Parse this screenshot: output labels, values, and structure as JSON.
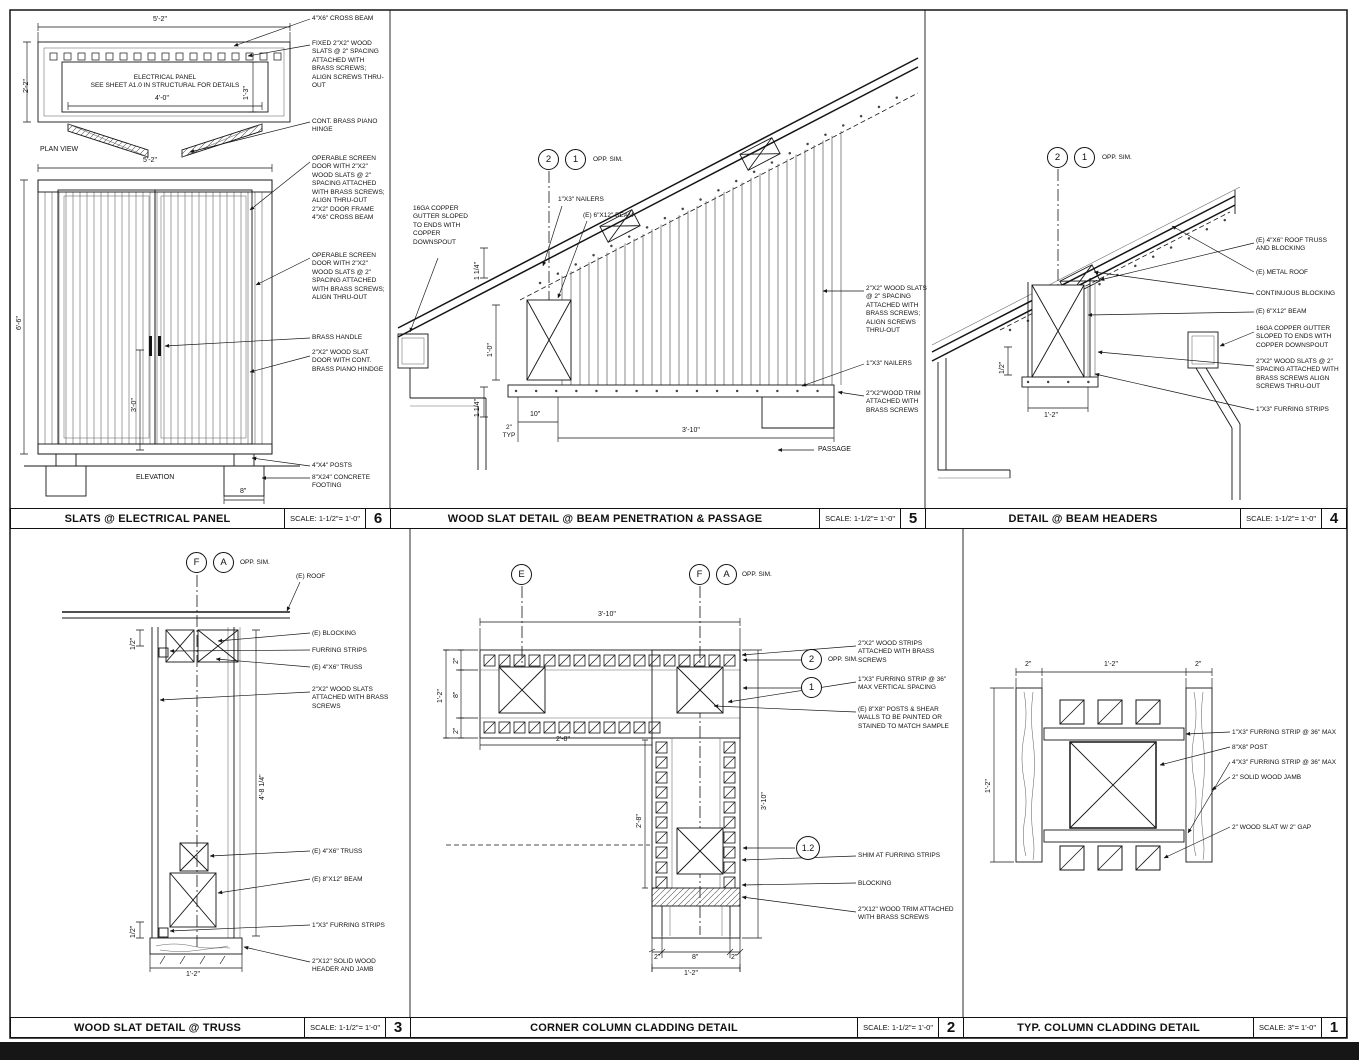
{
  "sheet": {
    "bottom_bar_color": "#161616",
    "line_color": "#111111"
  },
  "panels": {
    "p6": {
      "number": "6",
      "title": "SLATS @ ELECTRICAL PANEL",
      "scale": "SCALE: 1-1/2\"= 1'-0\"",
      "plan_view_label": "PLAN VIEW",
      "elevation_label": "ELEVATION",
      "electrical_panel_note": "ELECTRICAL PANEL\nSEE SHEET A1.0 IN STRUCTURAL FOR DETAILS",
      "dims": {
        "plan_width": "5'-2\"",
        "plan_depth": "2'-2\"",
        "panel_width": "4'-0\"",
        "plan_right": "1'-3\"",
        "elev_width": "5'-2\"",
        "elev_height": "6'-6\"",
        "door_height": "3'-0\"",
        "footing_width": "8\""
      },
      "annotations": [
        "4\"X6\" CROSS BEAM",
        "FIXED 2\"X2\" WOOD SLATS @ 2\" SPACING ATTACHED WITH BRASS SCREWS; ALIGN SCREWS THRU-OUT",
        "CONT. BRASS PIANO HINGE",
        "OPERABLE SCREEN DOOR WITH 2\"X2\" WOOD SLATS @ 2\" SPACING ATTACHED WITH BRASS SCREWS; ALIGN THRU-OUT\n2\"X2\" DOOR FRAME\n4\"X6\" CROSS BEAM",
        "OPERABLE SCREEN DOOR WITH 2\"X2\" WOOD SLATS @ 2\" SPACING ATTACHED WITH BRASS SCREWS; ALIGN THRU-OUT",
        "BRASS HANDLE",
        "2\"X2\" WOOD SLAT DOOR WITH CONT. BRASS PIANO HINDGE",
        "4\"X4\" POSTS",
        "8\"X24\" CONCRETE FOOTING"
      ]
    },
    "p5": {
      "number": "5",
      "title": "WOOD SLAT DETAIL @ BEAM PENETRATION & PASSAGE",
      "scale": "SCALE: 1-1/2\"= 1'-0\"",
      "markers": [
        "2",
        "1"
      ],
      "opp_sim": "OPP. SIM.",
      "passage_label": "PASSAGE",
      "left_annotations": [
        "16GA COPPER GUTTER SLOPED TO ENDS WITH COPPER DOWNSPOUT",
        "1\"X3\" NAILERS",
        "(E) 6\"X12\" BEAM"
      ],
      "right_annotations": [
        "2\"X2\" WOOD SLATS @ 2\" SPACING ATTACHED WITH BRASS SCREWS; ALIGN SCREWS THRU-OUT",
        "1\"X3\" NAILERS",
        "2\"X2\"WOOD TRIM ATTACHED WITH BRASS SCREWS"
      ],
      "dims": {
        "top_small": "1 1/4\"",
        "beam_height": "1'-0\"",
        "bottom_small": "1 1/4\"",
        "ten": "10\"",
        "two_typ": "2\"\nTYP",
        "width": "3'-10\""
      }
    },
    "p4": {
      "number": "4",
      "title": "DETAIL @ BEAM HEADERS",
      "scale": "SCALE: 1-1/2\"= 1'-0\"",
      "markers": [
        "2",
        "1"
      ],
      "opp_sim": "OPP. SIM.",
      "annotations": [
        "(E) 4\"X6\" ROOF TRUSS AND BLOCKING",
        "(E) METAL ROOF",
        "CONTINUOUS BLOCKING",
        "(E) 6\"X12\" BEAM",
        "16GA COPPER GUTTER SLOPED TO ENDS WITH COPPER DOWNSPOUT",
        "2\"X2\" WOOD SLATS @ 2\" SPACING ATTACHED WITH BRASS SCREWS ALIGN SCREWS THRU-OUT",
        "1\"X3\" FURRING STRIPS"
      ],
      "dims": {
        "half": "1/2\"",
        "width": "1'-2\""
      }
    },
    "p3": {
      "number": "3",
      "title": "WOOD SLAT DETAIL @ TRUSS",
      "scale": "SCALE: 1-1/2\"= 1'-0\"",
      "markers": [
        "F",
        "A"
      ],
      "opp_sim": "OPP. SIM.",
      "roof_label": "(E) ROOF",
      "annotations": [
        "(E) BLOCKING",
        "FURRING STRIPS",
        "(E) 4\"X6\" TRUSS",
        "2\"X2\" WOOD SLATS ATTACHED WITH BRASS SCREWS",
        "(E) 4\"X6\" TRUSS",
        "(E) 8\"X12\" BEAM",
        "1\"X3\" FURRING STRIPS",
        "2\"X12\" SOLID WOOD HEADER AND JAMB"
      ],
      "dims": {
        "half_top": "1/2\"",
        "height": "4'-8 1/4\"",
        "half_bottom": "1/2\"",
        "width": "1'-2\""
      }
    },
    "p2": {
      "number": "2",
      "title": "CORNER COLUMN CLADDING DETAIL",
      "scale": "SCALE: 1-1/2\"= 1'-0\"",
      "markers": {
        "e": "E",
        "f": "F",
        "a": "A"
      },
      "opp_sim": "OPP. SIM.",
      "callouts": {
        "c2": "2",
        "c1": "1",
        "c12": "1.2"
      },
      "annotations": [
        "2\"X2\" WOOD STRIPS ATTACHED WITH BRASS SCREWS",
        "1\"X3\" FURRING STRIP @ 36\" MAX VERTICAL SPACING",
        "(E) 8\"X8\" POSTS & SHEAR WALLS TO BE PAINTED OR STAINED TO MATCH SAMPLE",
        "SHIM AT FURRING STRIPS",
        "BLOCKING",
        "2\"X12\" WOOD TRIM ATTACHED WITH BRASS SCREWS"
      ],
      "dims": {
        "top_width": "3'-10\"",
        "left_outer": "1'-2\"",
        "left_top": "2\"",
        "left_mid": "8\"",
        "left_bottom": "2\"",
        "arm_width": "2'-8\"",
        "arm_height": "2'-8\"",
        "right_height": "3'-10\"",
        "bottom_left": "2\"",
        "bottom_mid": "8\"",
        "bottom_right": "2\"",
        "bottom_total": "1'-2\""
      }
    },
    "p1": {
      "number": "1",
      "title": "TYP. COLUMN CLADDING DETAIL",
      "scale": "SCALE: 3\"= 1'-0\"",
      "annotations": [
        "1\"X3\" FURRING STRIP @ 36\" MAX",
        "8\"X8\" POST",
        "4\"X3\" FURRING STRIP @ 36\" MAX",
        "2\" SOLID WOOD JAMB",
        "2\" WOOD SLAT W/ 2\" GAP"
      ],
      "dims": {
        "top_left": "2\"",
        "top_center": "1'-2\"",
        "top_right": "2\"",
        "left_height": "1'-2\""
      }
    }
  }
}
